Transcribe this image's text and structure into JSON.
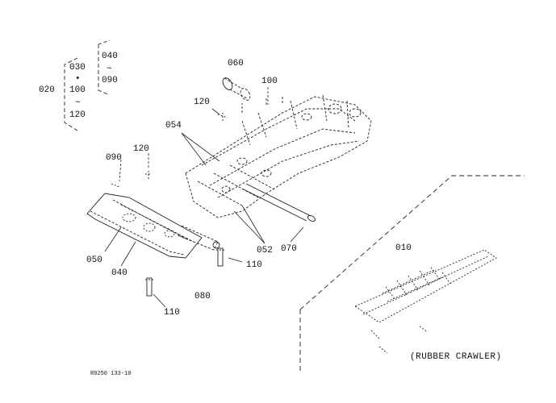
{
  "callouts": {
    "c020": "020",
    "c030": "030",
    "dot": "•",
    "c100a": "100",
    "tilde1": "~",
    "c120a": "120",
    "c040a": "040",
    "tilde2": "~",
    "c090a": "090",
    "c060": "060",
    "c100b": "100",
    "c120b": "120",
    "c054": "054",
    "c090b": "090",
    "c120c": "120",
    "c050": "050",
    "c040b": "040",
    "c052": "052",
    "c070": "070",
    "c110a": "110",
    "c110b": "110",
    "c080": "080",
    "c010": "010"
  },
  "caption": "(RUBBER CRAWLER)",
  "footer_code": "R0250 133-10"
}
